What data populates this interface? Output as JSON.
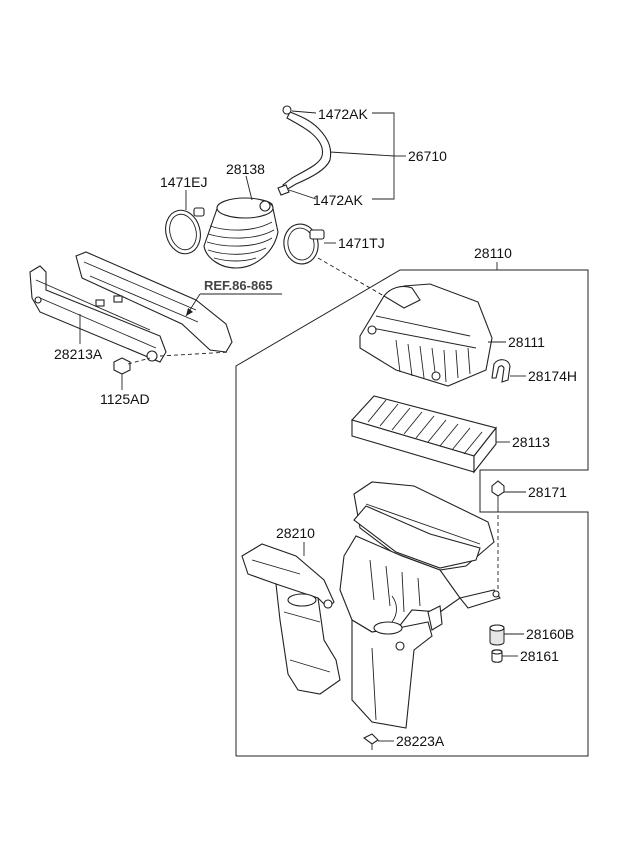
{
  "diagram": {
    "labels": {
      "p1472AK_top": "1472AK",
      "p26710": "26710",
      "p1472AK_bottom": "1472AK",
      "p1471EJ": "1471EJ",
      "p28138": "28138",
      "p1471TJ": "1471TJ",
      "p28110": "28110",
      "ref": "REF.86-865",
      "p28111": "28111",
      "p28174H": "28174H",
      "p28213A": "28213A",
      "p1125AD": "1125AD",
      "p28113": "28113",
      "p28171": "28171",
      "p28210": "28210",
      "p28160B": "28160B",
      "p28161": "28161",
      "p28223A": "28223A"
    },
    "icons": [
      "hose-icon",
      "clamp-icon",
      "intake-duct-icon",
      "air-cleaner-cover-icon",
      "air-filter-icon",
      "air-cleaner-body-icon",
      "resonator-duct-icon",
      "bracket-icon",
      "bolt-icon",
      "grommet-icon"
    ]
  }
}
